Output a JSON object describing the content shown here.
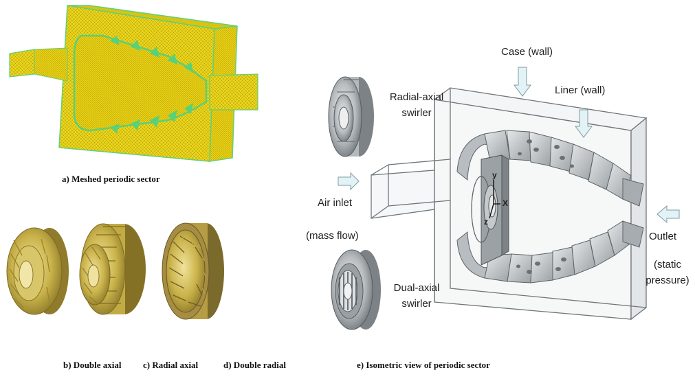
{
  "captions": {
    "a": "a) Meshed periodic sector",
    "b": "b) Double axial",
    "c": "c) Radial axial",
    "d": "d) Double radial",
    "e": "e) Isometric view of periodic sector"
  },
  "labels": {
    "case": "Case (wall)",
    "liner": "Liner (wall)",
    "radial_axial_line1": "Radial-axial",
    "radial_axial_line2": "swirler",
    "air_inlet": "Air inlet",
    "mass_flow": "(mass flow)",
    "dual_axial_line1": "Dual-axial",
    "dual_axial_line2": "swirler",
    "outlet": "Outlet",
    "static_line1": "(static",
    "static_line2": "pressure)"
  },
  "axes": {
    "y": "y",
    "x": "X",
    "z": "z"
  },
  "colors": {
    "mesh_yellow": "#e8d21c",
    "mesh_line": "#9a8a00",
    "mesh_edge": "#3fd06a",
    "swirler_gold": "#c9b24a",
    "grey_body": "#cfd3d6",
    "grey_dark": "#7f868b",
    "arrow_fill": "#dff2f5"
  }
}
